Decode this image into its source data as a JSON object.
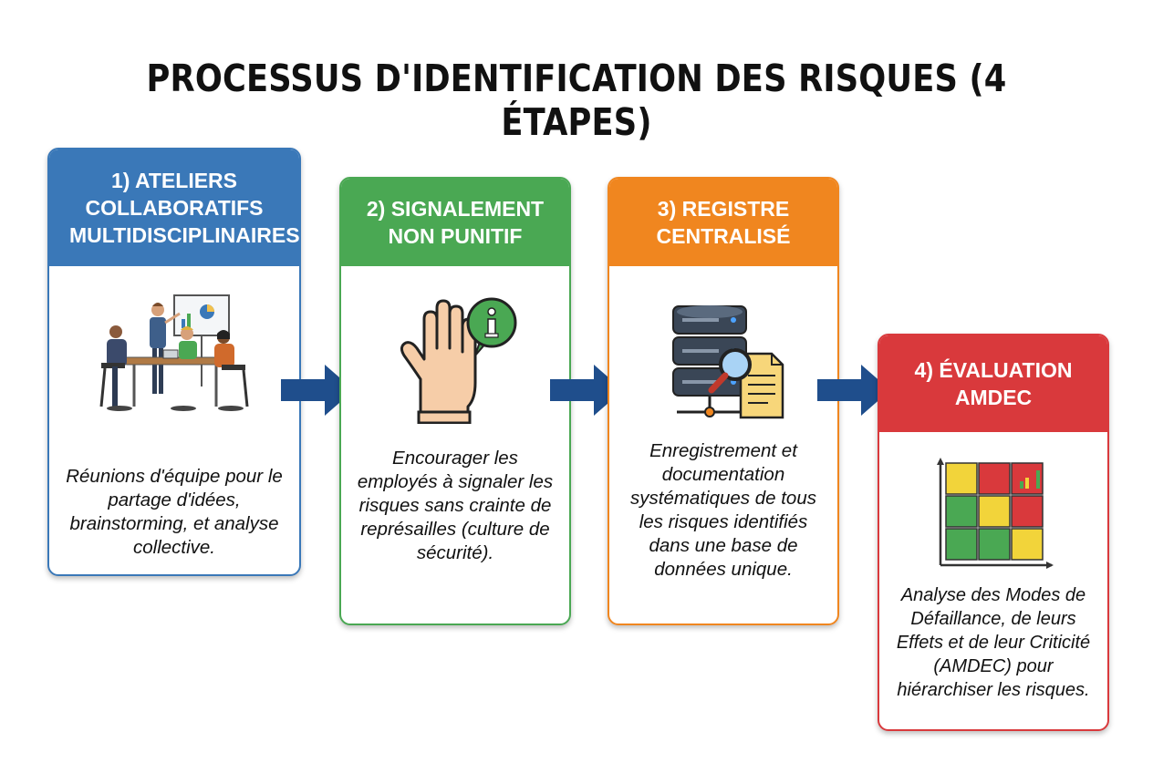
{
  "title": "PROCESSUS D'IDENTIFICATION DES RISQUES (4 ÉTAPES)",
  "colors": {
    "step1": "#3a78b8",
    "step2": "#4aa853",
    "step3": "#f0861f",
    "step4": "#d9393c",
    "arrow": "#1f4e8c"
  },
  "steps": [
    {
      "header": "1) ATELIERS COLLABORATIFS MULTIDISCIPLINAIRES",
      "icon": "team-meeting-icon",
      "description": "Réunions d'équipe pour le partage d'idées, brainstorming, et analyse collective."
    },
    {
      "header": "2) SIGNALEMENT NON PUNITIF",
      "icon": "raised-hand-info-icon",
      "description": "Encourager les employés à signaler les risques sans crainte de représailles (culture de sécurité)."
    },
    {
      "header": "3) REGISTRE CENTRALISÉ",
      "icon": "database-search-icon",
      "description": "Enregistrement et documentation systématiques de tous les risques identifiés dans une base de données unique."
    },
    {
      "header": "4) ÉVALUATION AMDEC",
      "icon": "risk-matrix-icon",
      "description": "Analyse des Modes de Défaillance, de leurs Effets et de leur Criticité (AMDEC) pour hiérarchiser les risques."
    }
  ]
}
